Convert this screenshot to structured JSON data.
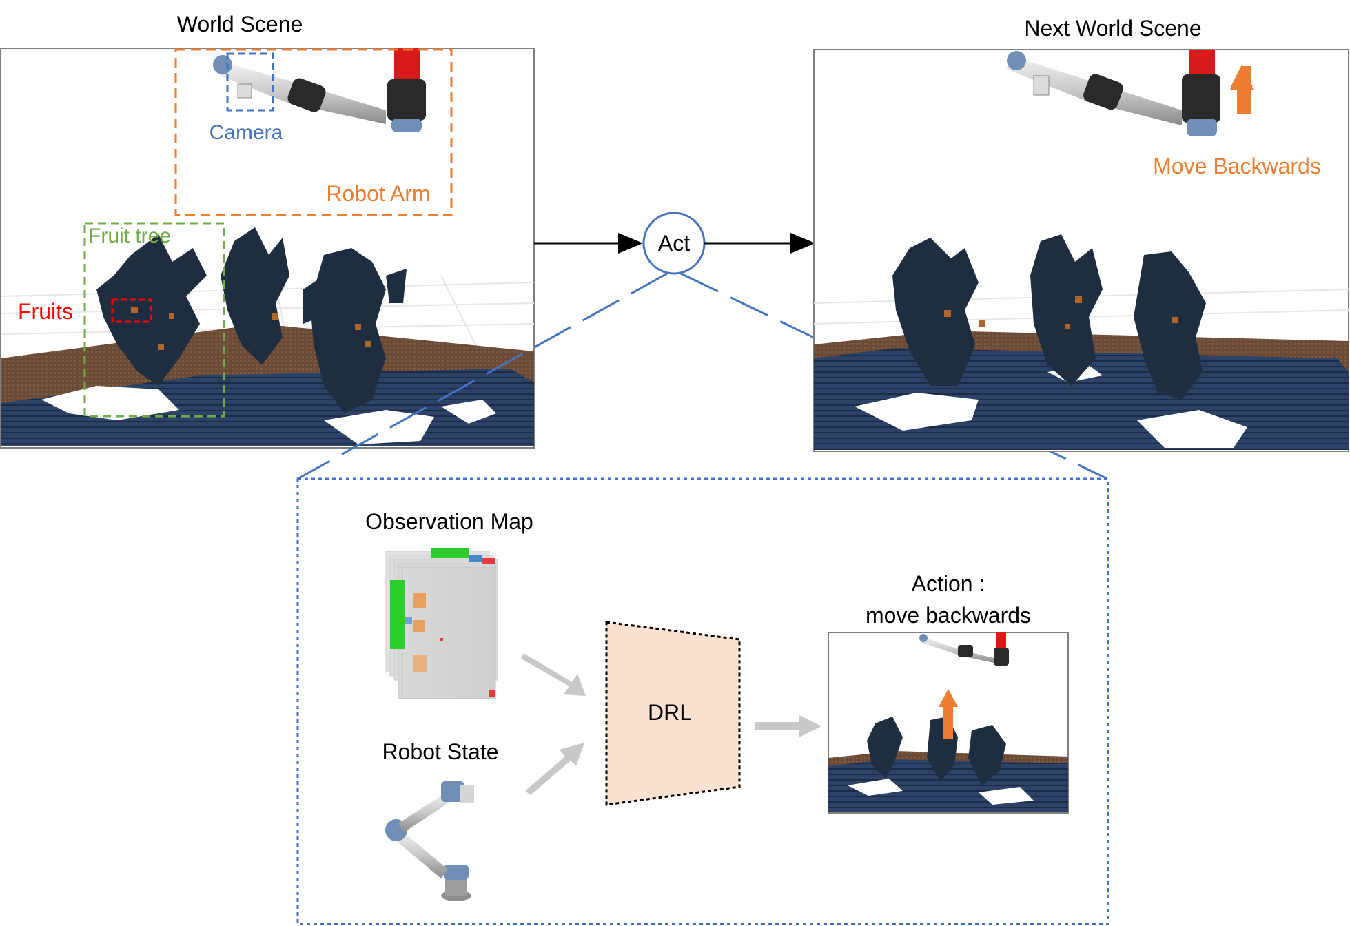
{
  "world_scene": {
    "title": "World Scene",
    "labels": {
      "camera": "Camera",
      "robot_arm": "Robot Arm",
      "fruit_tree": "Fruit tree",
      "fruits": "Fruits"
    }
  },
  "next_world_scene": {
    "title": "Next World Scene",
    "move_label": "Move Backwards"
  },
  "act_node": {
    "label": "Act"
  },
  "detail_panel": {
    "observation_map_title": "Observation Map",
    "robot_state_title": "Robot State",
    "drl_label": "DRL",
    "action_title_line1": "Action :",
    "action_title_line2": "move backwards"
  },
  "colors": {
    "camera_blue": "#4472c4",
    "robot_arm_orange": "#ed7d31",
    "fruit_tree_green": "#70ad47",
    "fruits_red": "#ff0000",
    "dashed_link_blue": "#4472c4",
    "drl_fill": "#fbe1cf",
    "ground_blue": "#2a3f5f",
    "plant_dark": "#1f2d40",
    "arm_red": "#d81a1a",
    "arrow_gray": "#c8c8c8"
  },
  "icons": {
    "act_node": "circle-node",
    "move_arrow": "up-arrow-icon",
    "flow_arrow": "right-arrow-icon"
  }
}
